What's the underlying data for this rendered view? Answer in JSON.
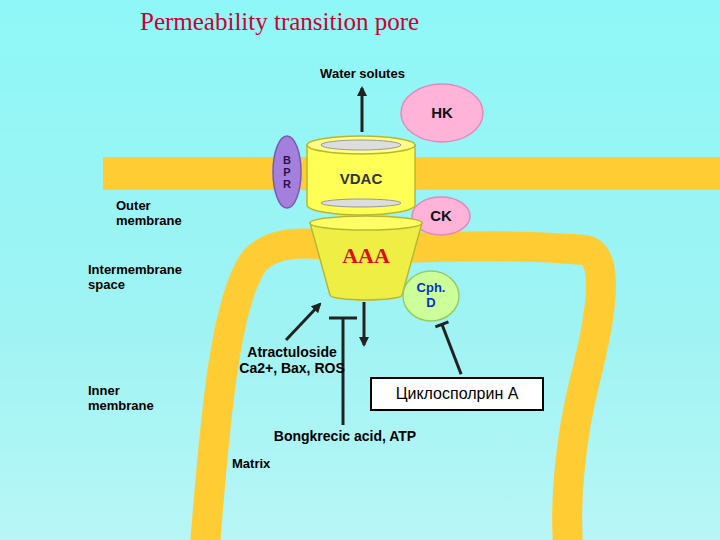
{
  "diagram": {
    "title": "Permeability transition pore",
    "nodes": [
      {
        "text": [
          "HK"
        ]
      },
      {
        "text": [
          "BPR"
        ]
      },
      {
        "text": [
          "VDAC"
        ]
      },
      {
        "text": [
          "CK"
        ]
      },
      {
        "text": [
          "AAA"
        ]
      },
      {
        "text": [
          "Cph. D"
        ]
      },
      {
        "text": [
          "Циклосполрин А"
        ]
      }
    ],
    "edges": [
      {
        "from": 6,
        "to": 5,
        "arrow": "to"
      }
    ],
    "labels": [
      "Water solutes",
      "Outer membrane",
      "Intermembrane space",
      "Inner membrane",
      "Atractuloside Ca2+, Bax, ROS",
      "Bongkrecic acid, ATP",
      "Matrix"
    ]
  }
}
